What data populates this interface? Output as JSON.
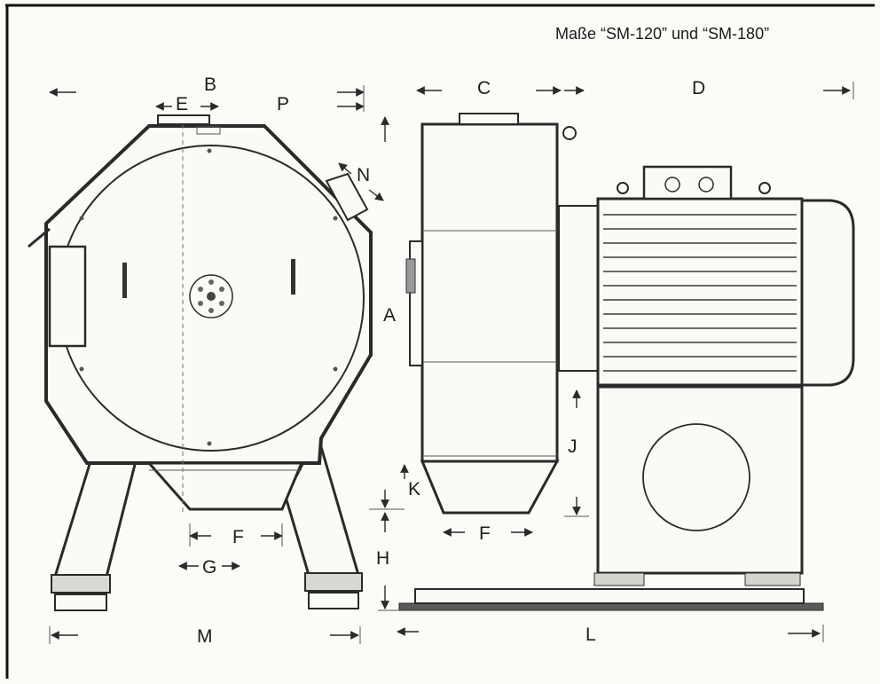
{
  "title": "Maße “SM-120” und “SM-180”",
  "dimension_labels": {
    "A": "A",
    "B": "B",
    "C": "C",
    "D": "D",
    "E": "E",
    "F_left": "F",
    "F_right": "F",
    "G": "G",
    "H": "H",
    "J": "J",
    "K": "K",
    "L": "L",
    "M": "M",
    "N": "N",
    "P": "P"
  },
  "colors": {
    "ink": "#2a2a2a",
    "paper": "#fbfbf8",
    "border": "#111111"
  }
}
